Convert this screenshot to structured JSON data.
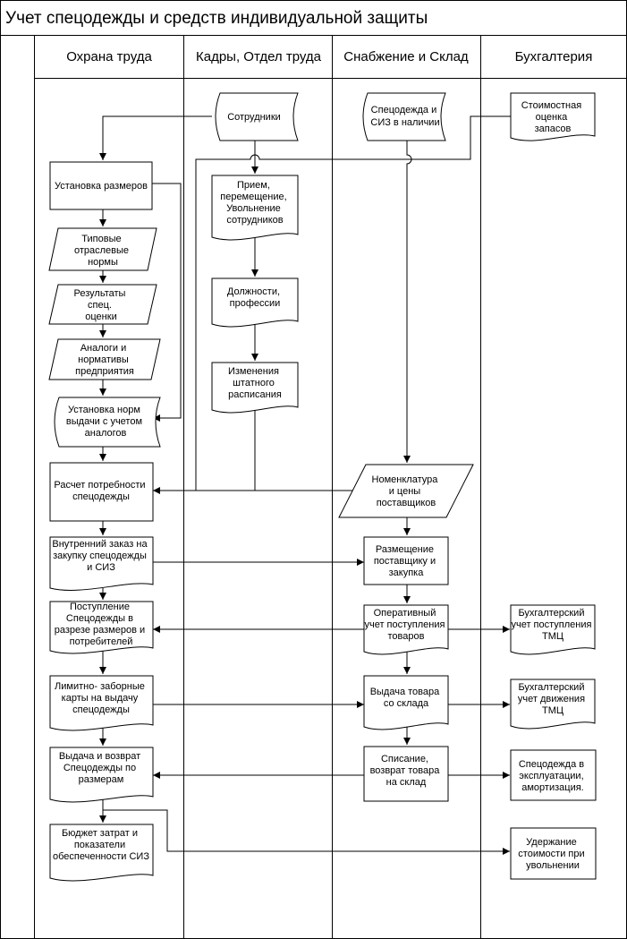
{
  "title": "Учет спецодежды и средств индивидуальной защиты",
  "lanes": [
    "Охрана труда",
    "Кадры, Отдел труда",
    "Снабжение и Склад",
    "Бухгалтерия"
  ],
  "nodes": {
    "employees": [
      "Сотрудники"
    ],
    "stock_available": [
      "Спецодежда и",
      "СИЗ в наличии"
    ],
    "inventory_valuation": [
      "Стоимостная",
      "оценка",
      "запасов"
    ],
    "size_setting": [
      "Установка размеров"
    ],
    "hiring": [
      "Прием,",
      "перемещение,",
      "Увольнение",
      "сотрудников"
    ],
    "industry_norms": [
      "Типовые",
      "отраслевые",
      "нормы"
    ],
    "positions": [
      "Должности,",
      "профессии"
    ],
    "special_assessment": [
      "Результаты",
      "спец.",
      "оценки"
    ],
    "company_analogs": [
      "Аналоги и",
      "нормативы",
      "предприятия"
    ],
    "staffing_changes": [
      "Изменения",
      "штатного",
      "расписания"
    ],
    "norms_setting": [
      "Установка норм",
      "выдачи с учетом",
      "аналогов"
    ],
    "nomenclature": [
      "Номенклатура",
      "и цены",
      "поставщиков"
    ],
    "needs_calc": [
      "Расчет потребности",
      "спецодежды"
    ],
    "internal_order": [
      "Внутренний заказ на",
      "закупку спецодежды",
      "и СИЗ"
    ],
    "supplier_order": [
      "Размещение",
      "поставщику и",
      "закупка"
    ],
    "receipt": [
      "Поступление",
      "Спецодежды в",
      "разрезе  размеров и",
      "потребителей"
    ],
    "operational_receipt": [
      "Оперативный",
      "учет поступления",
      "товаров"
    ],
    "accounting_receipt": [
      "Бухгалтерский",
      "учет поступления",
      "ТМЦ"
    ],
    "limit_cards": [
      "Лимитно- заборные",
      "карты на выдачу",
      "спецодежды"
    ],
    "stock_issue": [
      "Выдача товара",
      "со склада"
    ],
    "accounting_movement": [
      "Бухгалтерский",
      "учет движения",
      "ТМЦ"
    ],
    "issue_return": [
      "Выдача и возврат",
      "Спецодежды по",
      "размерам"
    ],
    "writeoff": [
      "Списание,",
      "возврат товара",
      "на склад"
    ],
    "in_use": [
      "Спецодежда в",
      "эксплуатации,",
      "амортизация."
    ],
    "budget": [
      "Бюджет затрат и",
      "показатели",
      "обеспеченности СИЗ"
    ],
    "retention": [
      "Удержание",
      "стоимости при",
      "увольнении"
    ]
  }
}
